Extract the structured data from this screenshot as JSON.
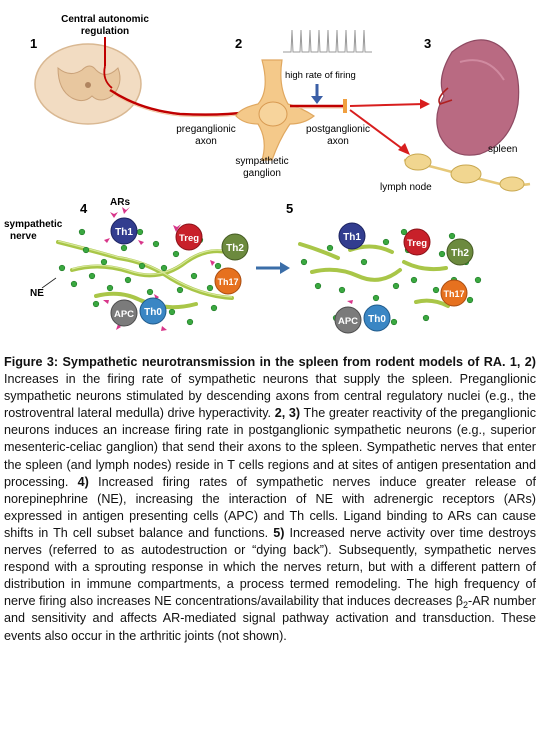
{
  "figure": {
    "panel_numbers": {
      "p1": "1",
      "p2": "2",
      "p3": "3",
      "p4": "4",
      "p5": "5"
    },
    "labels": {
      "central_line1": "Central autonomic",
      "central_line2": "regulation",
      "high_rate": "high rate of firing",
      "pre_line1": "preganglionic",
      "pre_line2": "axon",
      "post_line1": "postganglionic",
      "post_line2": "axon",
      "symp_line1": "sympathetic",
      "symp_line2": "ganglion",
      "spleen": "spleen",
      "lymph": "lymph node",
      "ars": "ARs",
      "nerve_line1": "sympathetic",
      "nerve_line2": "nerve",
      "ne": "NE"
    },
    "cells": {
      "th1": "Th1",
      "treg": "Treg",
      "th2": "Th2",
      "th17": "Th17",
      "apc": "APC",
      "th0": "Th0"
    }
  },
  "caption": {
    "title": "Figure 3: Sympathetic neurotransmission in the spleen from rodent models of RA.",
    "ref12": "1, 2)",
    "text12": " Increases in the firing rate of sympathetic neurons that supply the spleen. Preganglionic sympathetic neurons stimulated by descending axons from central regulatory nuclei (e.g., the rostroventral lateral medulla) drive hyperactivity.",
    "ref23": "2, 3)",
    "text23": " The greater reactivity of the preganglionic neurons induces an increase firing rate in postganglionic sympathetic neurons (e.g., superior mesenteric-celiac ganglion) that send their axons to the spleen. Sympathetic nerves that enter the spleen (and lymph nodes) reside in T cells regions and at sites of antigen presentation and processing.",
    "ref4": "4)",
    "text4": " Increased firing rates of sympathetic nerves induce greater release of norepinephrine (NE), increasing the interaction of NE with adrenergic receptors (ARs) expressed in antigen presenting cells (APC) and Th cells. Ligand binding to ARs can cause shifts in Th cell subset balance and functions.",
    "ref5": "5)",
    "text5a": " Increased nerve activity over time destroys nerves (referred to as autodestruction or “dying back”). Subsequently, sympathetic nerves respond with a sprouting response in which the nerves return, but with a different pattern of distribution in immune compartments, a process termed remodeling. The high frequency of nerve firing also increases NE concentrations/availability that induces decreases β",
    "sub2": "2",
    "text5b": "-AR number and sensitivity and affects AR-mediated signal pathway activation and transduction. These events also occur in the arthritic joints (not shown)."
  }
}
